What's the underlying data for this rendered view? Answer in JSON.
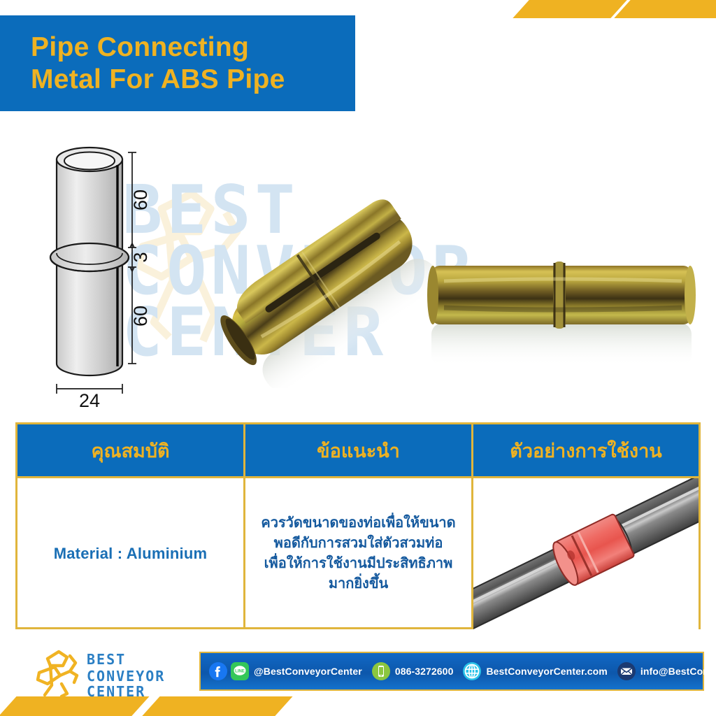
{
  "title": {
    "line1": "Pipe Connecting",
    "line2": "Metal For ABS Pipe"
  },
  "watermark": {
    "line1": "BEST",
    "line2": "CONVEYOR",
    "line3": "CENTER"
  },
  "drawing": {
    "dim_top": "60",
    "dim_middle": "3",
    "dim_bottom": "60",
    "dim_width": "24"
  },
  "table": {
    "headers": [
      "คุณสมบัติ",
      "ข้อแนะนำ",
      "ตัวอย่างการใช้งาน"
    ],
    "material": "Material : Aluminium",
    "recommendation_lines": [
      "ควรวัดขนาดของท่อเพื่อให้ขนาด",
      "พอดีกับการสวมใส่ตัวสวมท่อ",
      "เพื่อให้การใช้งานมีประสิทธิภาพ",
      "มากยิ่งขึ้น"
    ]
  },
  "logo": {
    "line1": "BEST",
    "line2": "CONVEYOR",
    "line3": "CENTER"
  },
  "footer": {
    "items": [
      {
        "icon": "facebook-icon",
        "text": ""
      },
      {
        "icon": "line-icon",
        "text": "@BestConveyorCenter"
      },
      {
        "icon": "phone-icon",
        "text": "086-3272600"
      },
      {
        "icon": "globe-icon",
        "text": "BestConveyorCenter.com"
      },
      {
        "icon": "email-icon",
        "text": "info@BestConveyorCenter.com"
      }
    ]
  },
  "colors": {
    "brand_blue": "#0b6cbb",
    "brand_yellow": "#efb222",
    "border_gold": "#e0b53c",
    "text_blue": "#14599e"
  }
}
